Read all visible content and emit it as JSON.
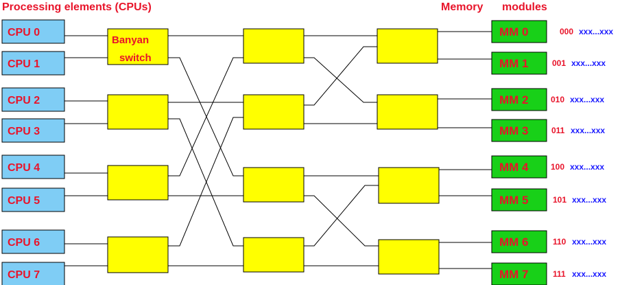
{
  "headers": {
    "processors": "Processing elements (CPUs)",
    "memory": "Memory",
    "modules": "modules"
  },
  "cpus": [
    "CPU 0",
    "CPU 1",
    "CPU 2",
    "CPU 3",
    "CPU 4",
    "CPU 5",
    "CPU 6",
    "CPU 7"
  ],
  "memory_modules": [
    {
      "label": "MM 0",
      "bits": "000",
      "rest": "xxx...xxx"
    },
    {
      "label": "MM 1",
      "bits": "001",
      "rest": "xxx...xxx"
    },
    {
      "label": "MM 2",
      "bits": "010",
      "rest": "xxx...xxx"
    },
    {
      "label": "MM 3",
      "bits": "011",
      "rest": "xxx...xxx"
    },
    {
      "label": "MM 4",
      "bits": "100",
      "rest": "xxx...xxx"
    },
    {
      "label": "MM 5",
      "bits": "101",
      "rest": "xxx...xxx"
    },
    {
      "label": "MM 6",
      "bits": "110",
      "rest": "xxx...xxx"
    },
    {
      "label": "MM 7",
      "bits": "111",
      "rest": "xxx...xxx"
    }
  ],
  "switch_label": {
    "line1": "Banyan",
    "line2": "switch"
  },
  "colors": {
    "cpu_fill": "#7fcdf5",
    "mm_fill": "#18d018",
    "switch_fill": "#ffff00",
    "label_red": "#e8142a",
    "address_blue": "#1a1aff",
    "wire": "#000000"
  }
}
